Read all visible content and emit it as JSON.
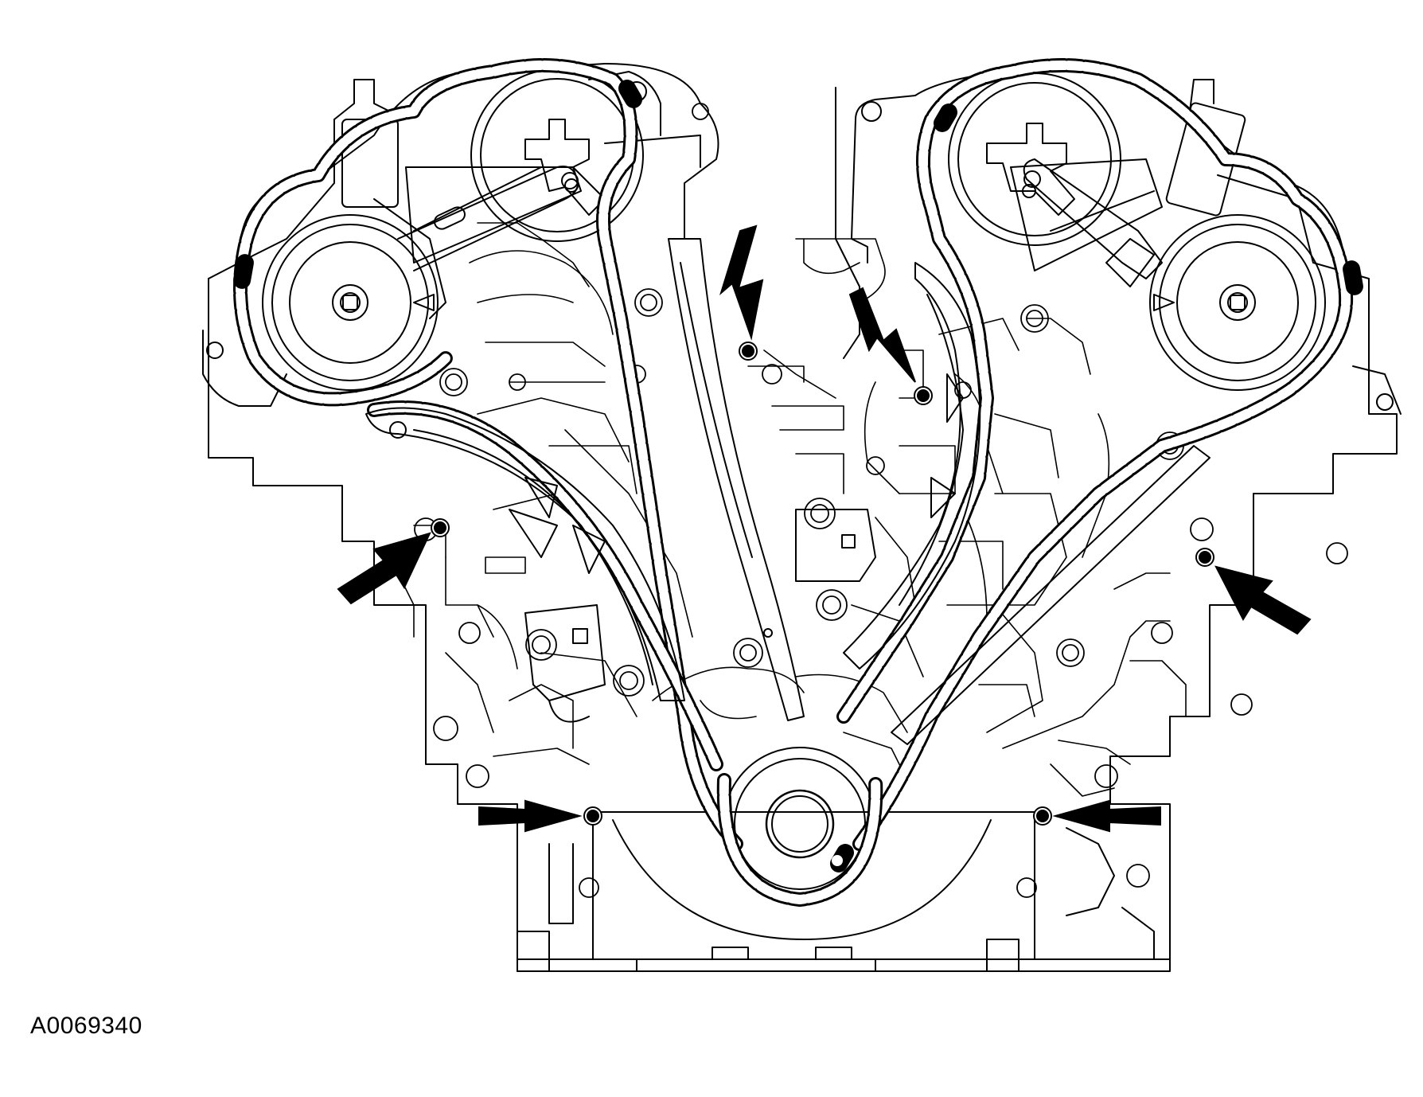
{
  "figure": {
    "id_label": "A0069340"
  },
  "colors": {
    "line": "#000000",
    "background": "#ffffff",
    "marker": "#000000"
  },
  "markers": [
    {
      "name": "arrow-left-upper-guide-bolt"
    },
    {
      "name": "arrow-left-lower-cover-bolt"
    },
    {
      "name": "arrow-center-guide-bolt"
    },
    {
      "name": "arrow-center-right-guide-bolt"
    },
    {
      "name": "arrow-right-upper-guide-bolt"
    },
    {
      "name": "arrow-right-lower-cover-bolt"
    }
  ]
}
